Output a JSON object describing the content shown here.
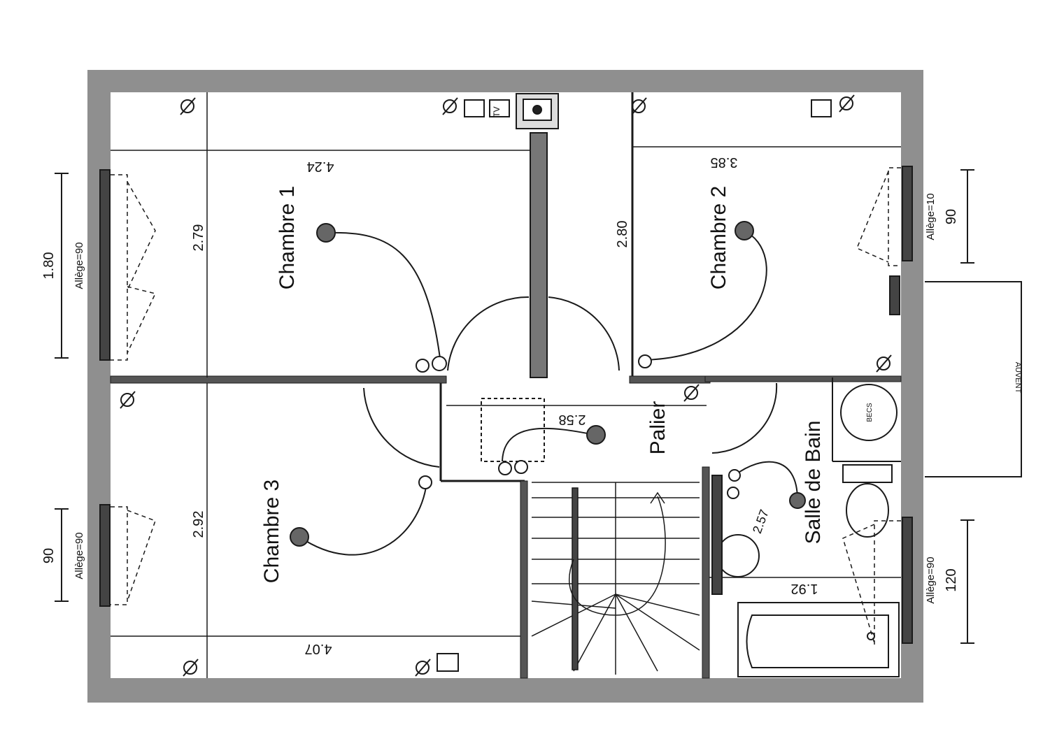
{
  "rooms": {
    "chambre1": "Chambre  1",
    "chambre2": "Chambre  2",
    "chambre3": "Chambre  3",
    "palier": "Palier",
    "salle_de_bain": "Salle  de  Bain"
  },
  "dimensions": {
    "ch1_width": "4.24",
    "ch1_depth": "2.79",
    "ch2_width": "3.85",
    "ch2_depth": "2.80",
    "ch3_width": "4.07",
    "ch3_depth": "2.92",
    "palier_width": "2.58",
    "sdb_width": "1.92",
    "sdb_diag": "2.57"
  },
  "windows": {
    "left_top_width": "1.80",
    "left_top_allege": "Allège=90",
    "left_bottom_width": "90",
    "left_bottom_allege": "Allège=90",
    "right_top_width": "90",
    "right_top_allege": "Allège=10",
    "right_bottom_width": "120",
    "right_bottom_allege": "Allège=90"
  },
  "fixtures": {
    "tv": "TV",
    "ballon": "BECS",
    "auvent": "AUVENT"
  },
  "colors": {
    "wall": "#8f8f8f",
    "line": "#1a1a1a"
  }
}
